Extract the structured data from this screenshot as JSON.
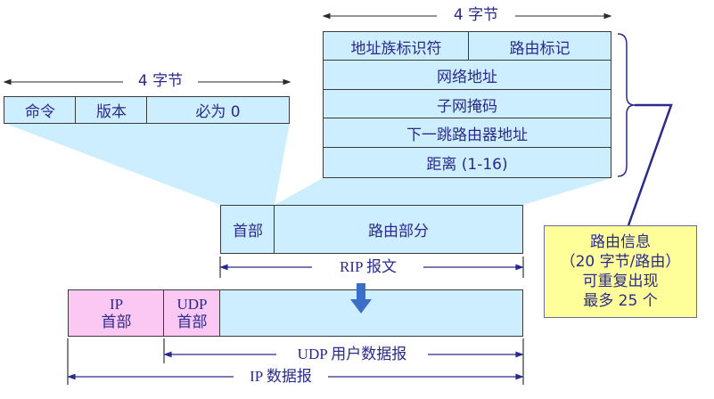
{
  "diagram": {
    "header_fields": {
      "width_label": "4 字节",
      "cells": [
        "命令",
        "版本",
        "必为 0"
      ]
    },
    "route_entry": {
      "width_label": "4 字节",
      "row1": [
        "地址族标识符",
        "路由标记"
      ],
      "rows": [
        "网络地址",
        "子网掩码",
        "下一跳路由器地址",
        "距离 (1-16)"
      ]
    },
    "rip_message": {
      "cells": [
        "首部",
        "路由部分"
      ],
      "span_label": "RIP 报文"
    },
    "note": {
      "lines": [
        "路由信息",
        "（20 字节/路由）",
        "可重复出现",
        "最多 25 个"
      ]
    },
    "datagram": {
      "ip_header": [
        "IP",
        "首部"
      ],
      "udp_header": [
        "UDP",
        "首部"
      ],
      "udp_span_label": "UDP 用户数据报",
      "ip_span_label": "IP 数据报"
    },
    "colors": {
      "cell_fill": "#cdeefe",
      "header_fill": "#fbc8f4",
      "note_fill": "#ffff99",
      "ink": "#2a2a8c",
      "arrow": "#3a6ec8"
    }
  }
}
